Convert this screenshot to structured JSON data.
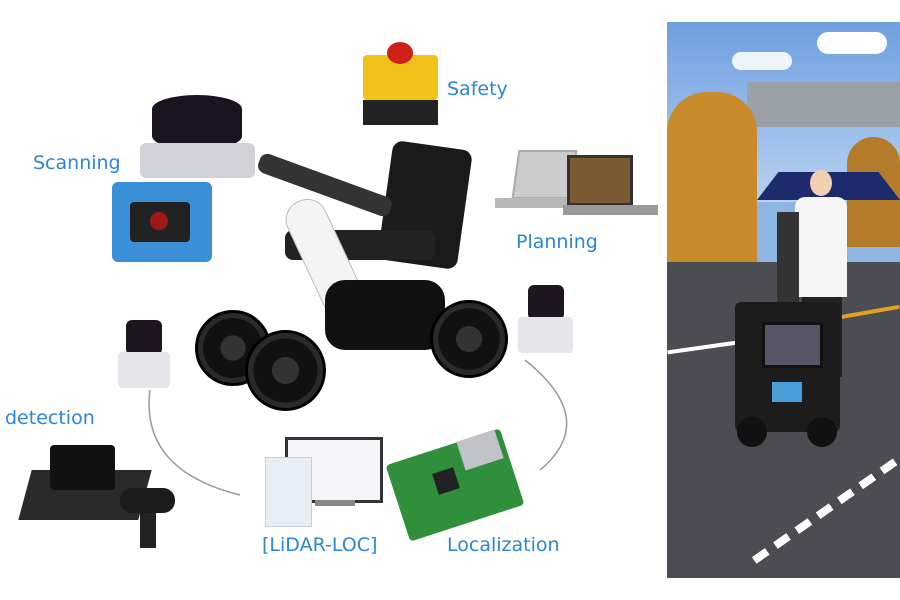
{
  "labels": {
    "scanning": "Scanning",
    "safety": "Safety",
    "planning": "Planning",
    "detection": "detection",
    "lidar_loc": "[LiDAR-LOC]",
    "localization": "Localization"
  },
  "colors": {
    "label": "#2b87d1",
    "sensor_blue": "#3a8fd6",
    "board_green": "#2f8f3a"
  }
}
